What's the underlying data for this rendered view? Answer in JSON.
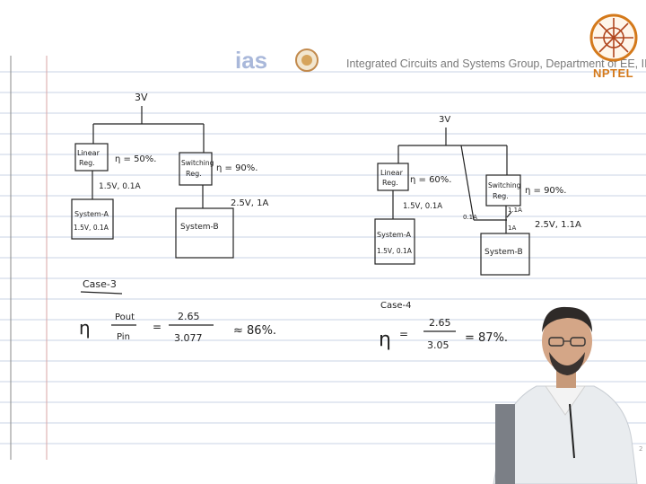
{
  "header": {
    "banner_text": "Integrated Circuits and Systems Group, Department of EE, IIT Madras",
    "nptel_label": "NPTEL"
  },
  "case3": {
    "supply": "3V",
    "linear_reg": {
      "line1": "Linear",
      "line2": "Reg.",
      "efficiency": "η = 50%."
    },
    "switching_reg": {
      "line1": "Switching",
      "line2": "Reg.",
      "efficiency": "η = 90%."
    },
    "output_a": "1.5V, 0.1A",
    "output_b": "2.5V, 1A",
    "system_a": {
      "line1": "System-A",
      "line2": "1.5V, 0.1A"
    },
    "system_b": "System-B",
    "title": "Case-3",
    "eta": "η",
    "pout": "Pout",
    "pin": "Pin",
    "numerator": "2.65",
    "denominator": "3.077",
    "result": "≈ 86%."
  },
  "case4": {
    "supply": "3V",
    "linear_reg": {
      "line1": "Linear",
      "line2": "Reg.",
      "efficiency": "η = 60%."
    },
    "switching_reg": {
      "line1": "Switching",
      "line2": "Reg.",
      "efficiency": "η = 90%."
    },
    "output_a": "1.5V, 0.1A",
    "branch_current": "0.1A",
    "branch_current_in": "1.1A",
    "branch_current_out": "1A",
    "output_b": "2.5V, 1.1A",
    "system_a": {
      "line1": "System-A",
      "line2": "1.5V, 0.1A"
    },
    "system_b": "System-B",
    "title": "Case-4",
    "eta": "η",
    "numerator": "2.65",
    "denominator": "3.05",
    "result": "= 87%."
  },
  "page_number": "2"
}
